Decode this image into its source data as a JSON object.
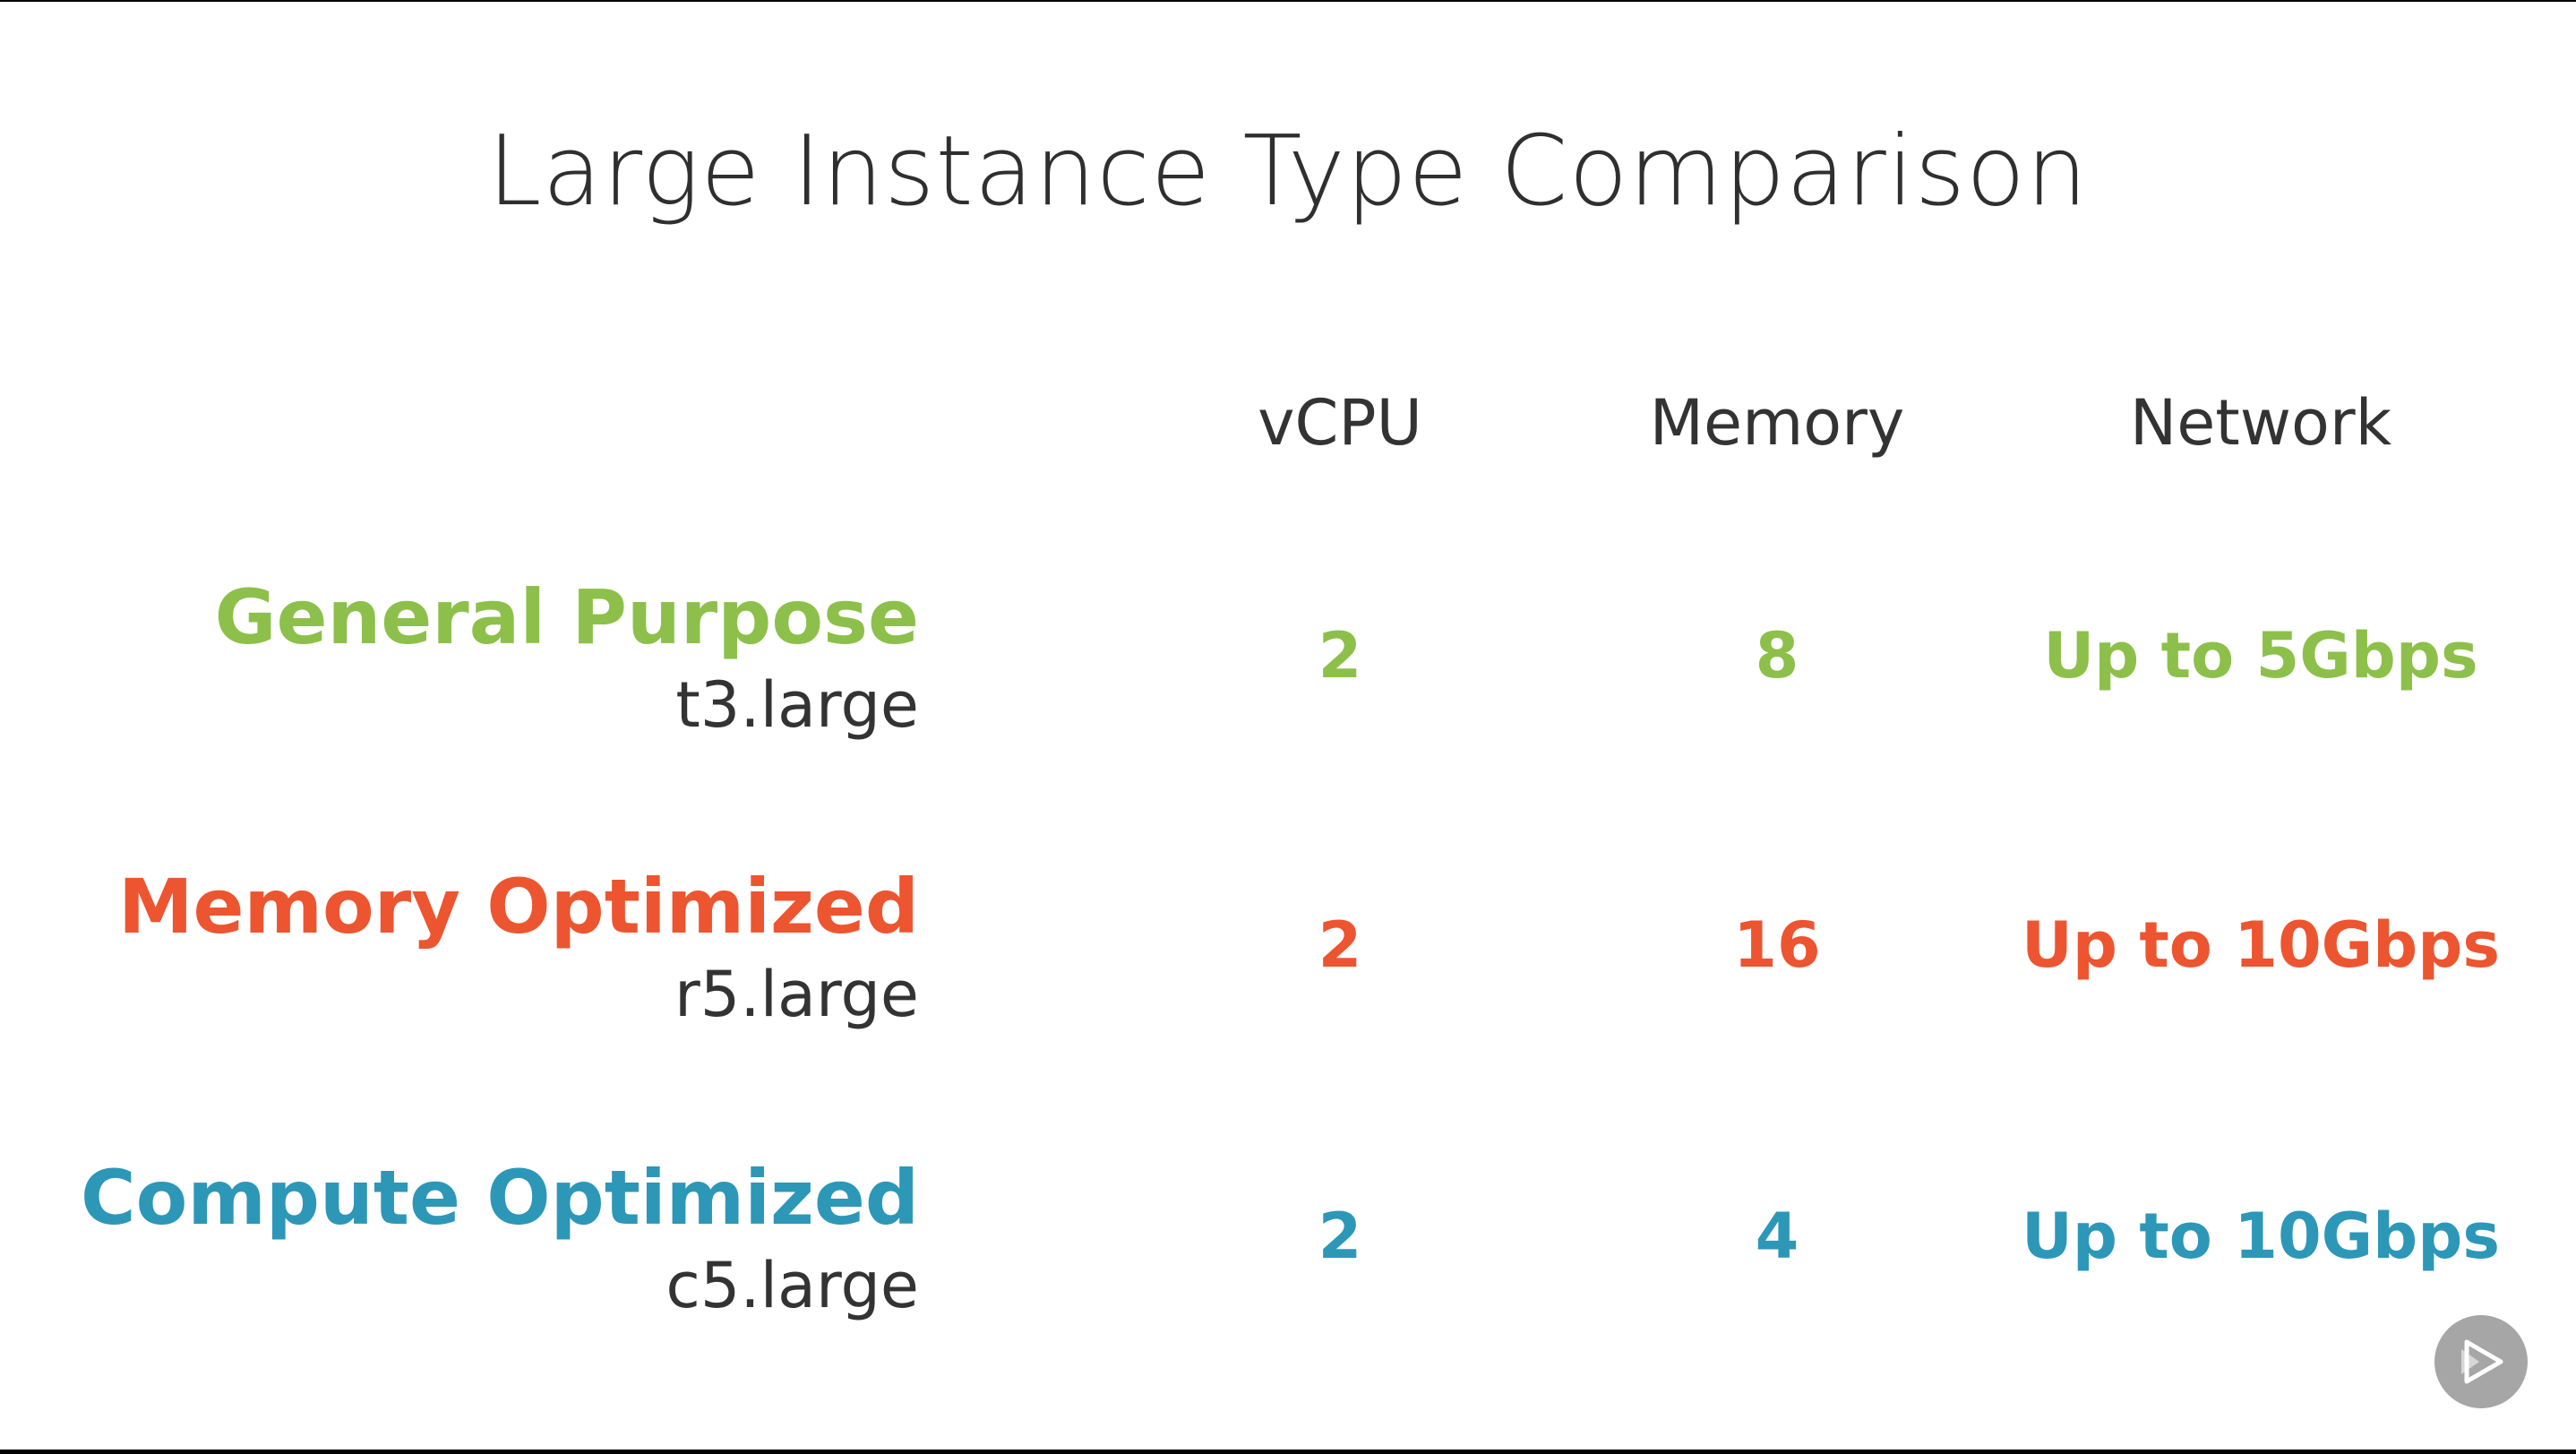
{
  "slide": {
    "title": "Large Instance Type Comparison",
    "columns": [
      "vCPU",
      "Memory",
      "Network"
    ],
    "rows": [
      {
        "name": "General Purpose",
        "type": "t3.large",
        "vcpu": "2",
        "memory": "8",
        "network": "Up to 5Gbps",
        "color": "#8dc04a"
      },
      {
        "name": "Memory Optimized",
        "type": "r5.large",
        "vcpu": "2",
        "memory": "16",
        "network": "Up to 10Gbps",
        "color": "#ec5530"
      },
      {
        "name": "Compute Optimized",
        "type": "c5.large",
        "vcpu": "2",
        "memory": "4",
        "network": "Up to 10Gbps",
        "color": "#2d97b8"
      }
    ]
  },
  "player": {
    "icon": "play-logo-icon",
    "color": "#a6a6a6"
  }
}
